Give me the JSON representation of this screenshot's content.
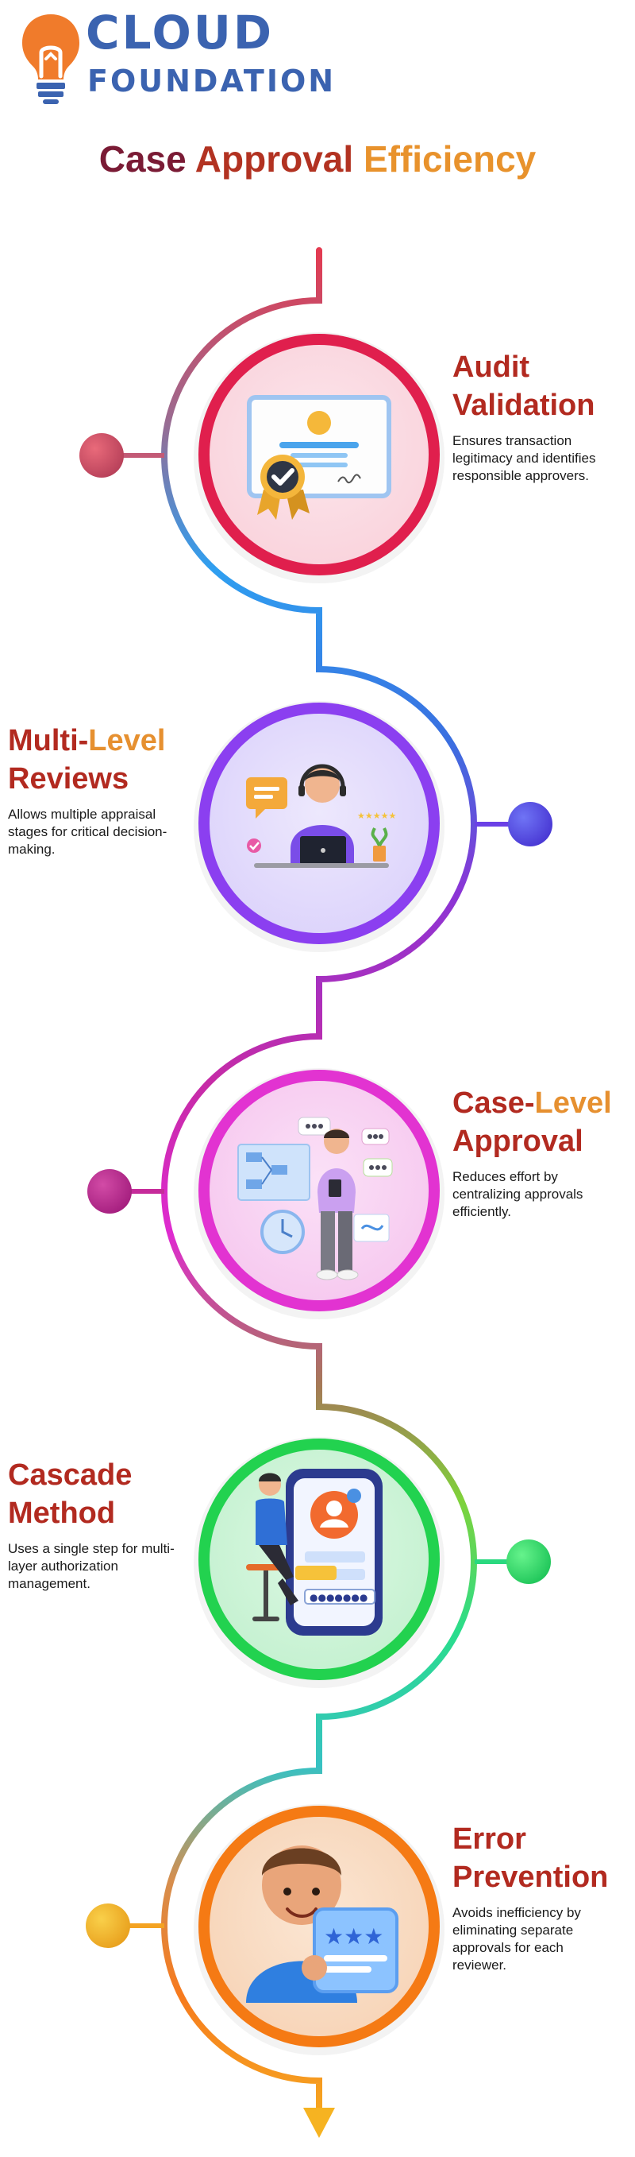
{
  "brand": {
    "line1": "CLOUD",
    "line2": "FOUNDATION",
    "color": "#3b63b0",
    "icon_color": "#f07b2b"
  },
  "title": {
    "part1": "Case",
    "part2": "Approval",
    "part3": "Efficiency"
  },
  "steps": [
    {
      "heading_line1_a": "Audit",
      "heading_line1_b": "",
      "heading_line2": "Validation",
      "description": "Ensures transaction legitimacy and identifies responsible approvers.",
      "illustration": "certificate-icon",
      "color": "#e31d52"
    },
    {
      "heading_line1_a": "Multi-",
      "heading_line1_b": "Level",
      "heading_line2": "Reviews",
      "description": "Allows multiple appraisal stages for critical decision-making.",
      "illustration": "support-agent-icon",
      "color": "#7c3aed"
    },
    {
      "heading_line1_a": "Case-",
      "heading_line1_b": "Level",
      "heading_line2": "Approval",
      "description": "Reduces effort by centralizing approvals efficiently.",
      "illustration": "workflow-person-icon",
      "color": "#d62fc4"
    },
    {
      "heading_line1_a": "Cascade",
      "heading_line1_b": "",
      "heading_line2": "Method",
      "description": "Uses a single step for multi-layer authorization management.",
      "illustration": "mobile-login-icon",
      "color": "#1fd14a"
    },
    {
      "heading_line1_a": "Error",
      "heading_line1_b": "",
      "heading_line2": "Prevention",
      "description": "Avoids inefficiency by eliminating separate approvals for each reviewer.",
      "illustration": "rating-card-icon",
      "color": "#f57a14"
    }
  ]
}
